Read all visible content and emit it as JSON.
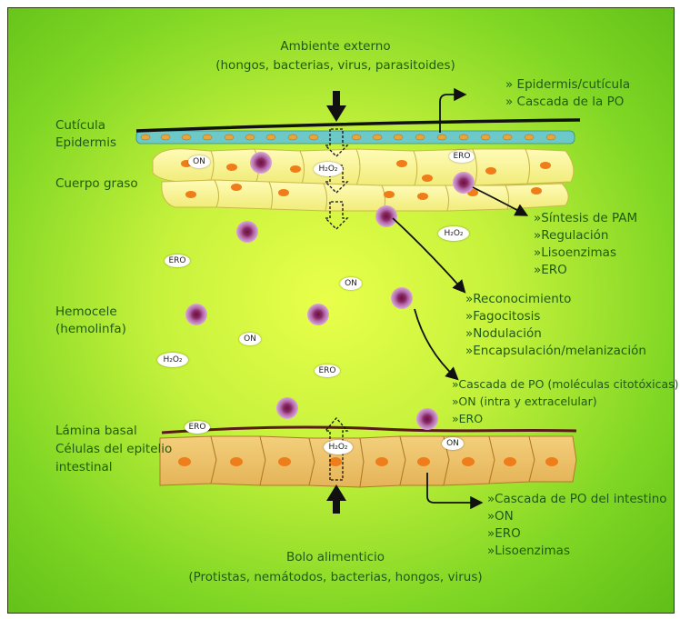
{
  "top": {
    "title": "Ambiente externo",
    "subtitle": "(hongos, bacterias, virus, parasitoides)"
  },
  "bottom": {
    "title": "Bolo alimenticio",
    "subtitle": "(Protistas, nemátodos, bacterias, hongos, virus)"
  },
  "left_labels": {
    "cuticula": "Cutícula",
    "epidermis": "Epidermis",
    "cuerpo_graso": "Cuerpo graso",
    "hemocele": "Hemocele",
    "hemolinfa": "(hemolinfa)",
    "lamina_basal": "Lámina basal",
    "celulas_line1": "Células del epitelio",
    "celulas_line2": "intestinal"
  },
  "lists": {
    "epidermis": [
      "» Epidermis/cutícula",
      "» Cascada de la PO"
    ],
    "cuerpo_graso": [
      "»Síntesis de PAM",
      "»Regulación",
      "»Lisoenzimas",
      "»ERO"
    ],
    "hemocitos": [
      "»Reconocimiento",
      "»Fagocitosis",
      "»Nodulación",
      "»Encapsulación/melanización"
    ],
    "humoral": [
      "»Cascada de PO (moléculas citotóxicas)",
      "»ON (intra y extracelular)",
      "»ERO"
    ],
    "intestino": [
      "»Cascada de PO del intestino",
      "»ON",
      "»ERO",
      "»Lisoenzimas"
    ]
  },
  "molecules": {
    "on": "ON",
    "ero": "ERO",
    "h2o2": "H₂O₂"
  }
}
